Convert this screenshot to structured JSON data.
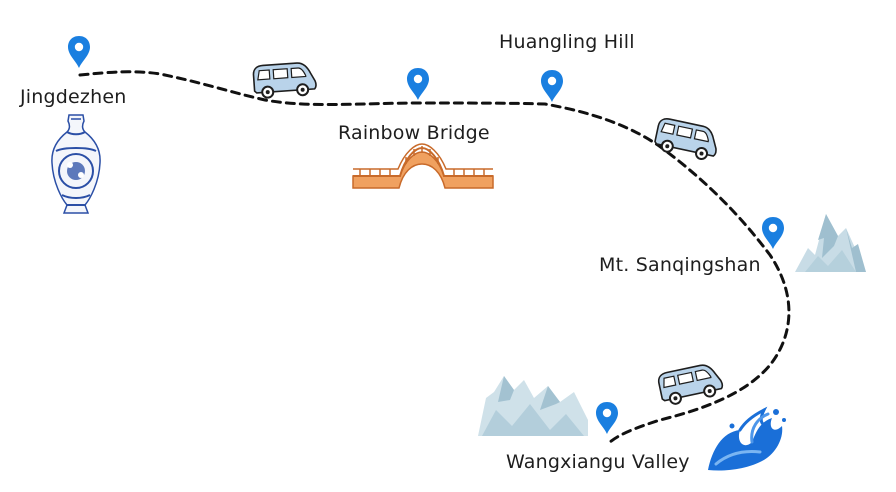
{
  "map": {
    "route": {
      "style": "dashed",
      "color": "#111111"
    },
    "stops": [
      {
        "name": "Jingdezhen",
        "icon": "vase-icon"
      },
      {
        "name": "Rainbow Bridge",
        "icon": "bridge-icon"
      },
      {
        "name": "Huangling Hill",
        "icon": "location-pin-icon"
      },
      {
        "name": "Mt. Sanqingshan",
        "icon": "mountain-icon"
      },
      {
        "name": "Wangxiangu Valley",
        "icon": "water-splash-icon"
      }
    ],
    "colors": {
      "pin": "#1a7fe0",
      "vehicle": "#b9d3ea",
      "bridge": "#e8924a",
      "mountain": "#9fc2d2",
      "splash": "#1a6fd8",
      "vase": "#2b4fa6"
    },
    "icons": {
      "pin": "location-pin-icon",
      "vehicle": "van-icon",
      "vase": "vase-icon",
      "bridge": "bridge-icon",
      "mountain": "mountain-icon",
      "splash": "water-splash-icon"
    }
  }
}
